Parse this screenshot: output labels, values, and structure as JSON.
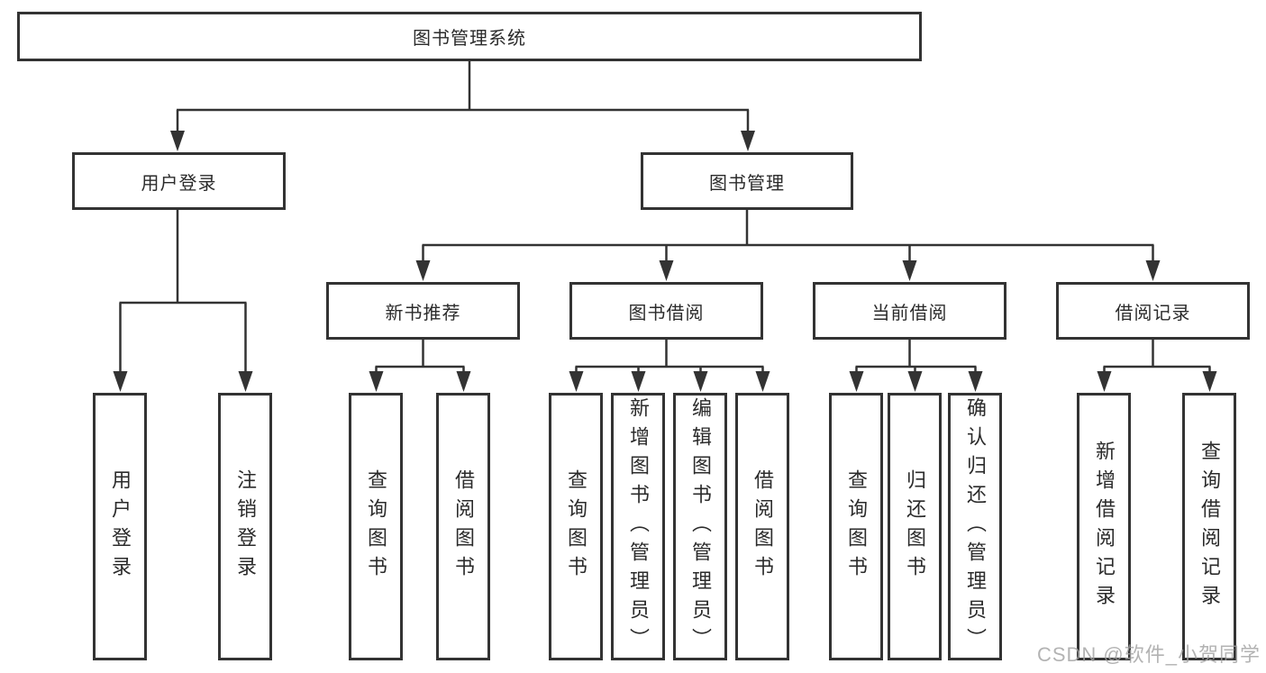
{
  "diagram": {
    "root": "图书管理系统",
    "user_login": {
      "label": "用户登录",
      "children": {
        "login": "用户登录",
        "logout": "注销登录"
      }
    },
    "book_mgmt": {
      "label": "图书管理",
      "new_book": {
        "label": "新书推荐",
        "children": {
          "query": "查询图书",
          "borrow": "借阅图书"
        }
      },
      "book_borrow": {
        "label": "图书借阅",
        "children": {
          "query": "查询图书",
          "add": "新增图书（管理员）",
          "edit": "编辑图书（管理员）",
          "borrow": "借阅图书"
        }
      },
      "current_borrow": {
        "label": "当前借阅",
        "children": {
          "query": "查询图书",
          "return": "归还图书",
          "confirm": "确认归还（管理员）"
        }
      },
      "borrow_record": {
        "label": "借阅记录",
        "children": {
          "add": "新增借阅记录",
          "query": "查询借阅记录"
        }
      }
    }
  },
  "watermark": {
    "text": "CSDN @软件_小贺同学"
  },
  "colors": {
    "line": "#333333",
    "text": "#2b2b2b",
    "watermark": "#a0a0a0",
    "background": "#ffffff"
  }
}
